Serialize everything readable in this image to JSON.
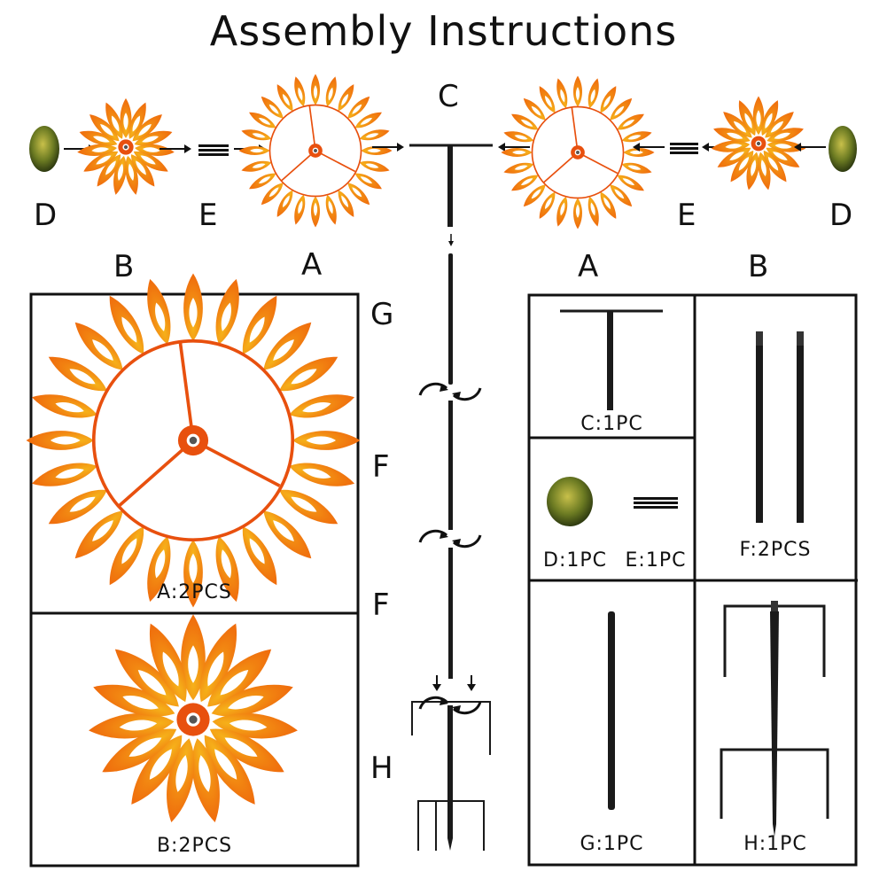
{
  "title": "Assembly Instructions",
  "top_row": {
    "left": [
      "D",
      "B",
      "E",
      "A"
    ],
    "center": "C",
    "right": [
      "A",
      "E",
      "B",
      "D"
    ]
  },
  "pole_steps": [
    "G",
    "F",
    "F",
    "H"
  ],
  "parts": {
    "a": "A:2PCS",
    "b": "B:2PCS",
    "c": "C:1PC",
    "d": "D:1PC",
    "e": "E:1PC",
    "f": "F:2PCS",
    "g": "G:1PC",
    "h": "H:1PC"
  },
  "colors": {
    "petal_orange": "#f07a10",
    "petal_yellow": "#f6b21a",
    "frame_orange": "#e8500e",
    "pole_black": "#1a1a1a",
    "cap_green": "#6b7a22"
  }
}
